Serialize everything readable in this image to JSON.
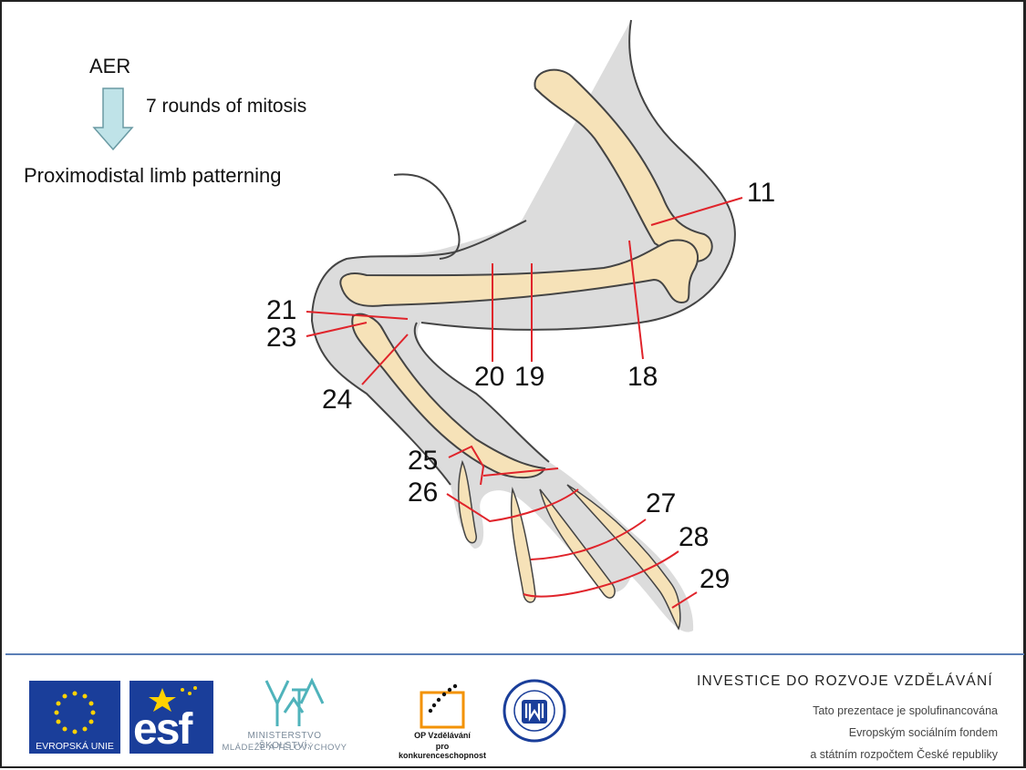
{
  "diagram": {
    "arrow_top_label": "AER",
    "arrow_side_label": "7 rounds of mitosis",
    "arrow_bottom_label": "Proximodistal limb patterning",
    "stage_labels": {
      "s11": "11",
      "s18": "18",
      "s19": "19",
      "s20": "20",
      "s21": "21",
      "s23": "23",
      "s24": "24",
      "s25": "25",
      "s26": "26",
      "s27": "27",
      "s28": "28",
      "s29": "29"
    },
    "colors": {
      "bone": "#f6e2b8",
      "limb_bud": "#dcdcdc",
      "stage_line": "#e0242b",
      "arrow": "#bfe3e8"
    }
  },
  "footer": {
    "eu_text": "EVROPSKÁ UNIE",
    "esf_text": "esf",
    "msmt_line1": "MINISTERSTVO ŠKOLSTVÍ,",
    "msmt_line2": "MLÁDEŽE A TĚLOVÝCHOVY",
    "op_line1": "OP Vzdělávání",
    "op_line2": "pro konkurenceschopnost",
    "heading": "INVESTICE DO ROZVOJE VZDĚLÁVÁNÍ",
    "line1": "Tato prezentace je spolufinancována",
    "line2": "Evropským sociálním fondem",
    "line3": "a státním rozpočtem České republiky"
  }
}
